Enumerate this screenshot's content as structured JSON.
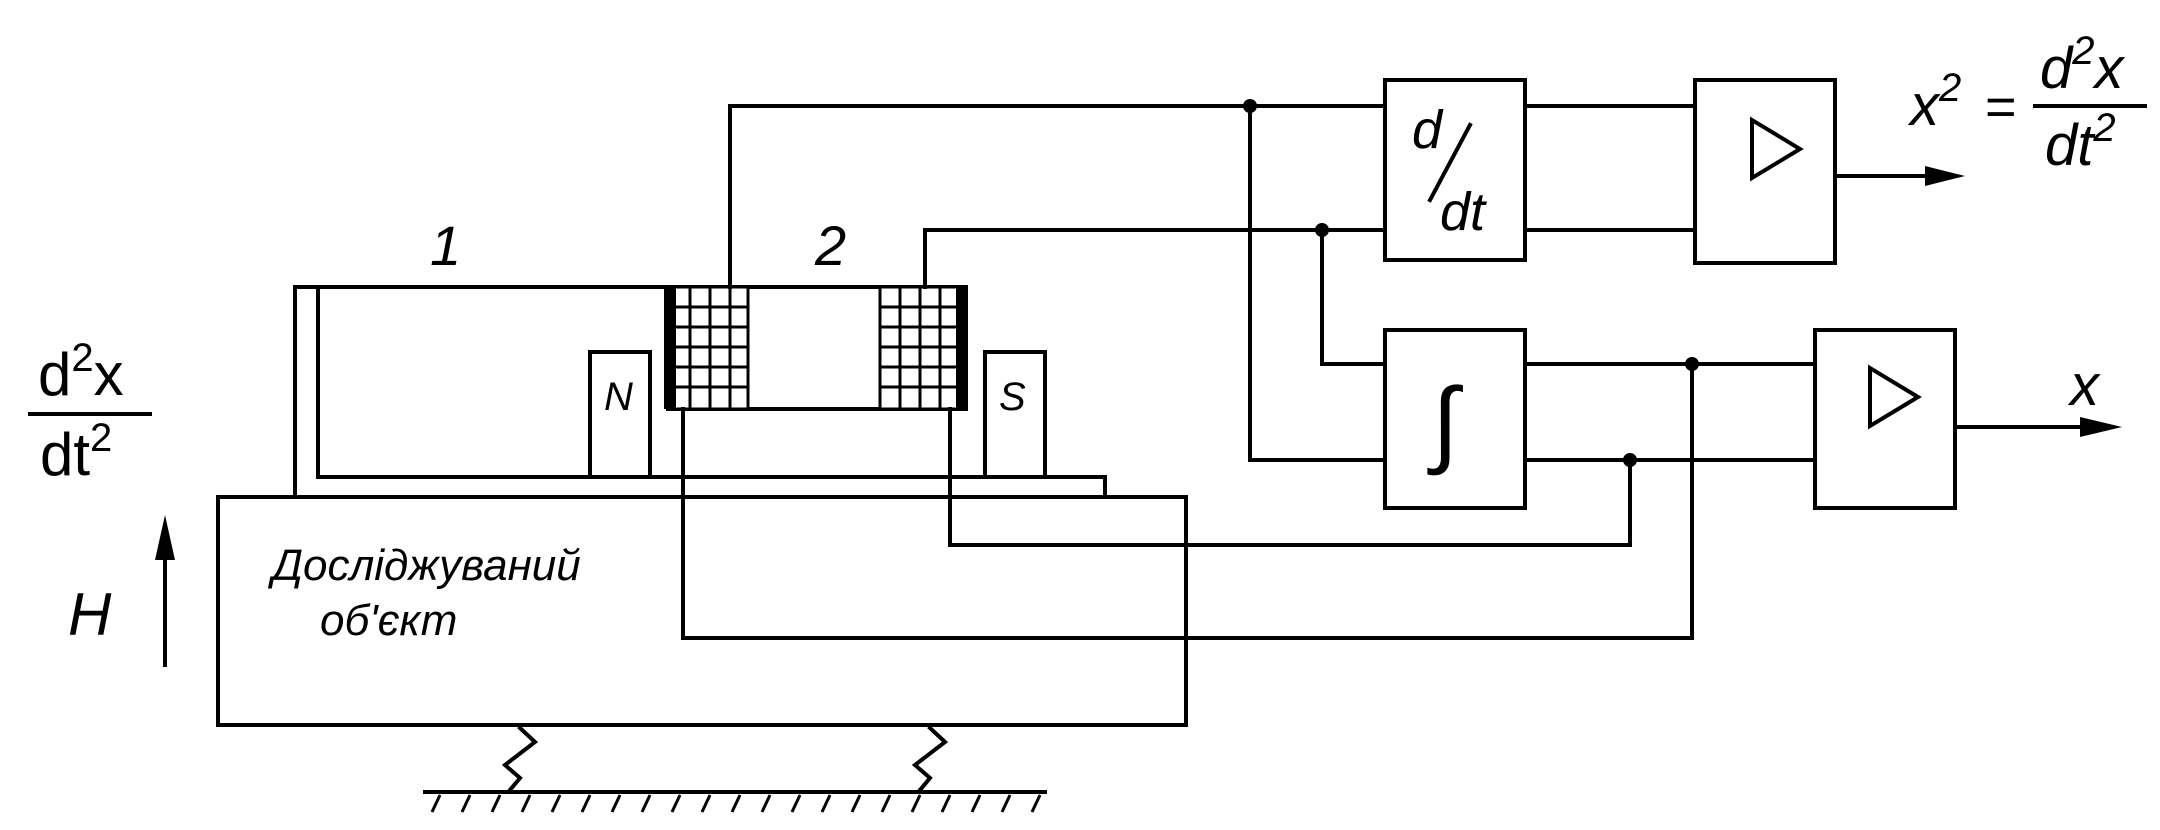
{
  "input_label": {
    "numerator_base": "d",
    "numerator_exp": "2",
    "numerator_var": "x",
    "denominator_base": "dt",
    "denominator_exp": "2"
  },
  "field_label": "H",
  "part_labels": [
    "1",
    "2"
  ],
  "magnets": {
    "north": "N",
    "south": "S"
  },
  "object_label": {
    "line1": "Досліджуваний",
    "line2": "об'єкт"
  },
  "blocks": {
    "differentiator": {
      "top": "d",
      "bottom": "dt"
    },
    "integrator": {
      "symbol": "∫"
    }
  },
  "outputs": {
    "upper": {
      "lhs": "x",
      "lhs_exp": "2",
      "eq": "=",
      "num_base": "d",
      "num_exp": "2",
      "num_var": "x",
      "den_base": "dt",
      "den_exp": "2"
    },
    "lower": {
      "label": "x"
    }
  }
}
